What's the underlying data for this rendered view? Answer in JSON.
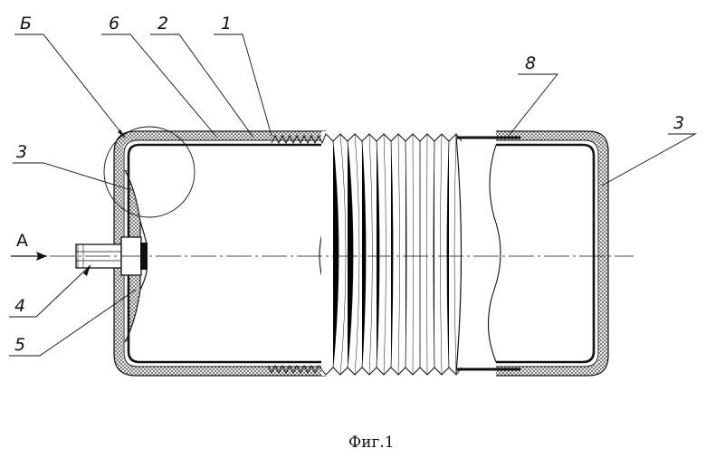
{
  "figure": {
    "caption": "Фиг.1",
    "view_arrow_label": "А",
    "detail_label": "Б",
    "leaders": [
      {
        "id": "lead-6",
        "text": "6"
      },
      {
        "id": "lead-2",
        "text": "2"
      },
      {
        "id": "lead-1",
        "text": "1"
      },
      {
        "id": "lead-8",
        "text": "8"
      },
      {
        "id": "lead-3-right",
        "text": "3"
      },
      {
        "id": "lead-3-left",
        "text": "3"
      },
      {
        "id": "lead-4",
        "text": "4"
      },
      {
        "id": "lead-5",
        "text": "5"
      }
    ]
  },
  "colors": {
    "ink": "#111111",
    "hatch": "#333333",
    "paper": "#ffffff"
  }
}
